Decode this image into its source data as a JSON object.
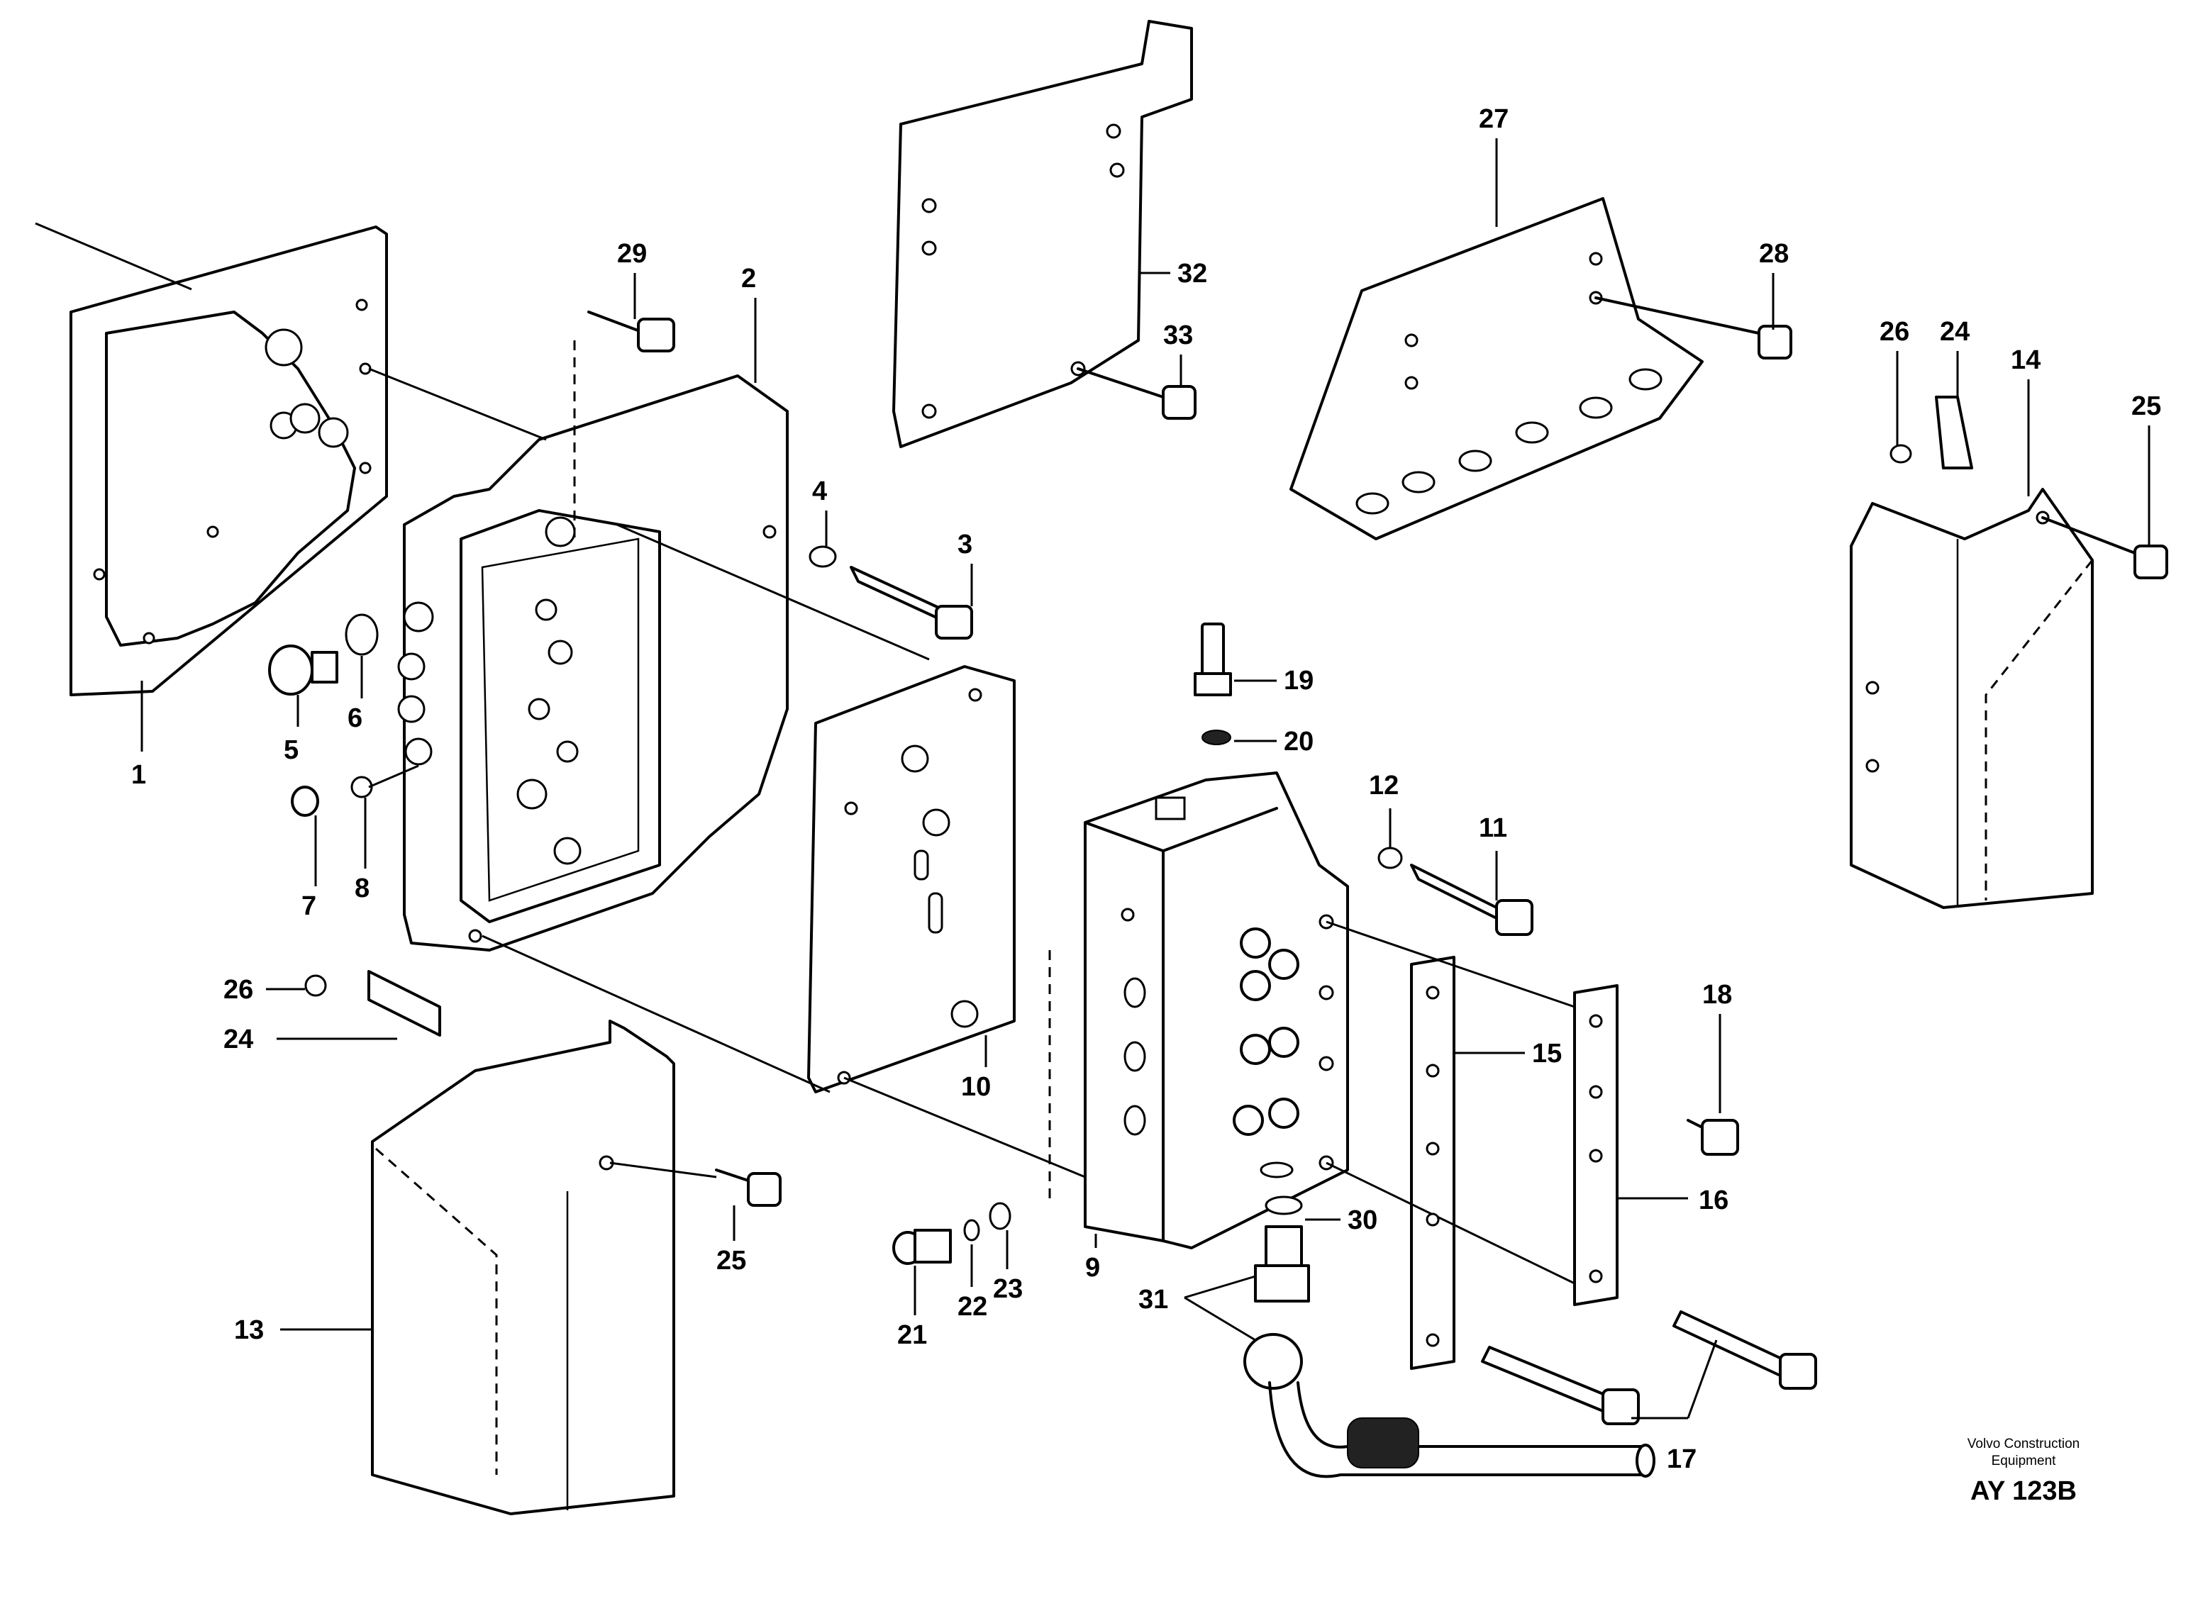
{
  "callouts": [
    "1",
    "2",
    "3",
    "4",
    "5",
    "6",
    "7",
    "8",
    "9",
    "10",
    "11",
    "12",
    "13",
    "14",
    "15",
    "16",
    "17",
    "18",
    "19",
    "20",
    "21",
    "22",
    "23",
    "24",
    "25",
    "26",
    "27",
    "28",
    "29",
    "30",
    "31",
    "32",
    "33",
    "24",
    "25",
    "26"
  ],
  "footer": {
    "brand_line1": "Volvo Construction",
    "brand_line2": "Equipment",
    "figure_code": "AY 123B"
  }
}
